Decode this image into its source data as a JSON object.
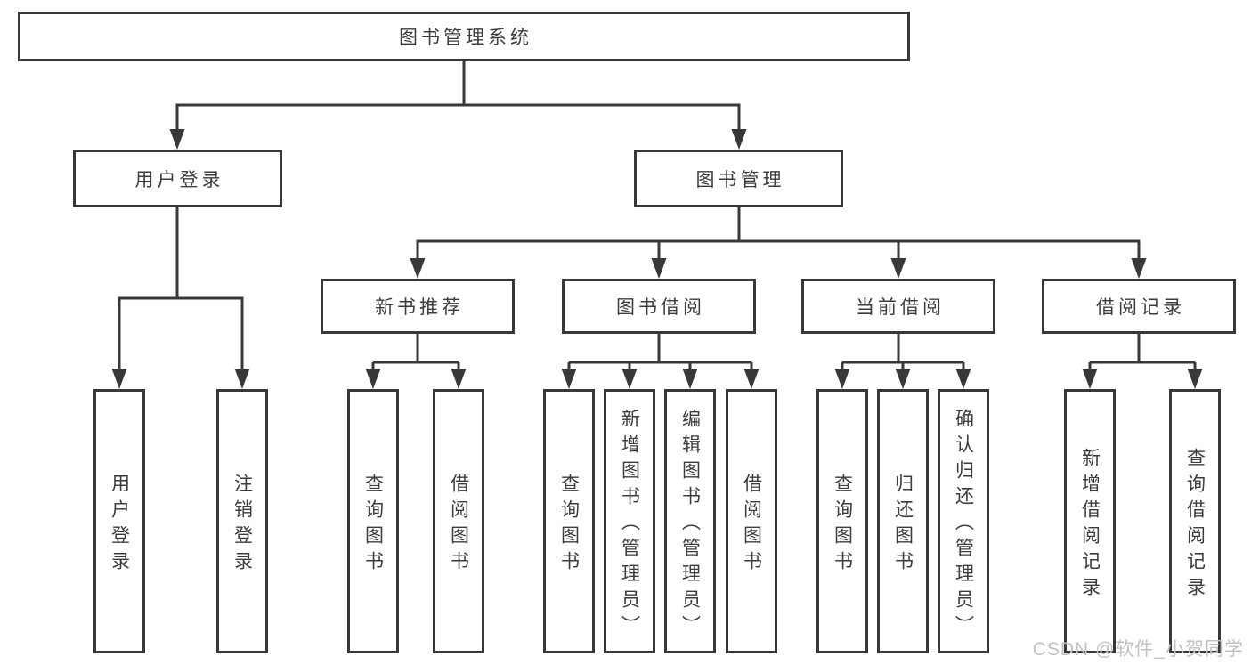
{
  "diagram": {
    "title": "图书管理系统",
    "branches": [
      {
        "label": "用户登录",
        "children": [
          {
            "label": "用户登录"
          },
          {
            "label": "注销登录"
          }
        ]
      },
      {
        "label": "图书管理",
        "groups": [
          {
            "label": "新书推荐",
            "children": [
              {
                "label": "查询图书"
              },
              {
                "label": "借阅图书"
              }
            ]
          },
          {
            "label": "图书借阅",
            "children": [
              {
                "label": "查询图书"
              },
              {
                "label": "新增图书（管理员）"
              },
              {
                "label": "编辑图书（管理员）"
              },
              {
                "label": "借阅图书"
              }
            ]
          },
          {
            "label": "当前借阅",
            "children": [
              {
                "label": "查询图书"
              },
              {
                "label": "归还图书"
              },
              {
                "label": "确认归还（管理员）"
              }
            ]
          },
          {
            "label": "借阅记录",
            "children": [
              {
                "label": "新增借阅记录"
              },
              {
                "label": "查询借阅记录"
              }
            ]
          }
        ]
      }
    ]
  },
  "watermark": {
    "text": "CSDN @软件_小贺同学"
  },
  "colors": {
    "line": "#383838",
    "text": "#3c3c3c",
    "box_background": "#ffffff",
    "watermark": "#c6c0c0",
    "background": "#ffffff"
  }
}
